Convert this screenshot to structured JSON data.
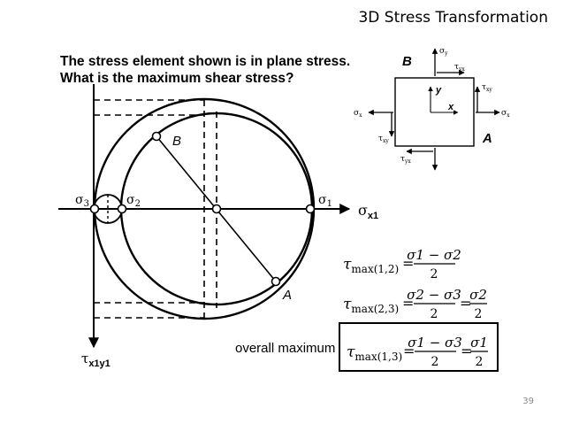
{
  "slide": {
    "title": "3D Stress Transformation",
    "page_number": "39"
  },
  "problem": {
    "line1": "The stress element shown is in plane stress.",
    "line2": "What is the maximum shear stress?"
  },
  "mohr": {
    "axis_sigma": "σ",
    "axis_sigma_sub": "x1",
    "axis_tau": "τ",
    "axis_tau_sub": "x1y1",
    "sigma1": "σ",
    "sigma1_sub": "1",
    "sigma2": "σ",
    "sigma2_sub": "2",
    "sigma3": "σ",
    "sigma3_sub": "3",
    "point_b": "B",
    "point_a": "A"
  },
  "element": {
    "face_b": "B",
    "face_a": "A",
    "axis_x": "x",
    "axis_y": "y",
    "sigma_y": "σ",
    "sigma_y_sub": "y",
    "sigma_x_left": "σ",
    "sigma_x_left_sub": "x",
    "sigma_x_right": "σ",
    "sigma_x_right_sub": "x",
    "tau_yx_top": "τ",
    "tau_yx_top_sub": "yx",
    "tau_xy_right": "τ",
    "tau_xy_right_sub": "xy",
    "tau_xy_left": "τ",
    "tau_xy_left_sub": "xy",
    "tau_yx_bottom": "τ",
    "tau_yx_bottom_sub": "yx"
  },
  "equations": {
    "tau": "τ",
    "eq1_sub": "max(1,2)",
    "eq1_num": "σ1 − σ2",
    "eq1_den": "2",
    "eq2_sub": "max(2,3)",
    "eq2_num": "σ2 − σ3",
    "eq2_den": "2",
    "eq2_num2": "σ2",
    "eq2_den2": "2",
    "eq3_sub": "max(1,3)",
    "eq3_num": "σ1 − σ3",
    "eq3_den": "2",
    "eq3_num2": "σ1",
    "eq3_den2": "2",
    "equals": "=",
    "overall_label": "overall maximum"
  }
}
